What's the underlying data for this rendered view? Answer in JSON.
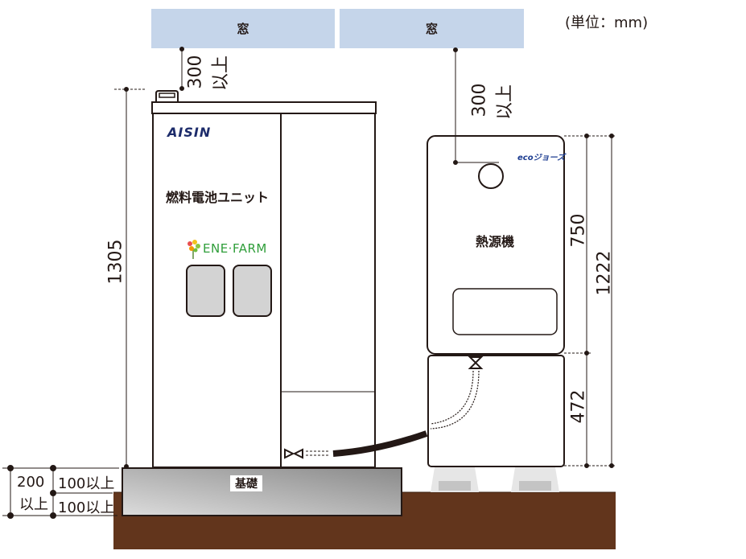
{
  "unit_label": "(単位：mm)",
  "windows": [
    {
      "label": "窓"
    },
    {
      "label": "窓"
    }
  ],
  "fuel_cell_unit": {
    "brand": "AISIN",
    "name": "燃料電池ユニット",
    "logo": "ENE·FARM",
    "clearance_above_window": {
      "value": "300",
      "suffix": "以上"
    },
    "height": "1305"
  },
  "heat_source": {
    "name": "熱源機",
    "logo": "ecoジョーズ",
    "clearance_above_window": {
      "value": "300",
      "suffix": "以上"
    },
    "upper_height": "750",
    "lower_height": "472",
    "total_height": "1222"
  },
  "foundation": {
    "label": "基礎",
    "total": {
      "value": "200",
      "suffix": "以上"
    },
    "above_ground": "100以上",
    "below_ground": "100以上"
  },
  "colors": {
    "window": "#c5d5ea",
    "ground": "#62351c",
    "line": "#231815",
    "foundation_gradient_start": "#8c8c8c",
    "foundation_gradient_end": "#d9d9d9",
    "panel_gray": "#d3d3d3"
  }
}
